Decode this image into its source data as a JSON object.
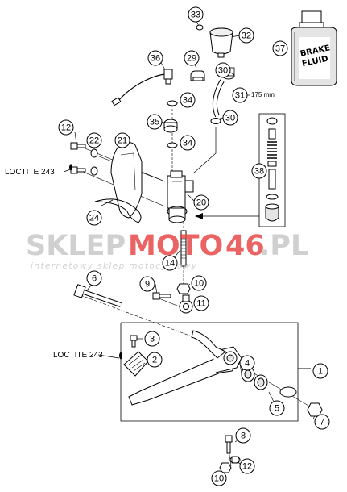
{
  "callouts": [
    {
      "label": "1"
    },
    {
      "label": "2"
    },
    {
      "label": "3"
    },
    {
      "label": "4"
    },
    {
      "label": "5"
    },
    {
      "label": "6"
    },
    {
      "label": "7"
    },
    {
      "label": "8"
    },
    {
      "label": "9"
    },
    {
      "label": "10"
    },
    {
      "label": "10"
    },
    {
      "label": "11"
    },
    {
      "label": "12"
    },
    {
      "label": "12"
    },
    {
      "label": "14"
    },
    {
      "label": "20"
    },
    {
      "label": "21"
    },
    {
      "label": "22"
    },
    {
      "label": "24"
    },
    {
      "label": "29"
    },
    {
      "label": "30"
    },
    {
      "label": "30"
    },
    {
      "label": "31"
    },
    {
      "label": "32"
    },
    {
      "label": "33"
    },
    {
      "label": "34"
    },
    {
      "label": "34"
    },
    {
      "label": "35"
    },
    {
      "label": "36"
    },
    {
      "label": "37"
    },
    {
      "label": "38"
    }
  ],
  "annotations": {
    "loctite_top": "LOCTITE 243",
    "loctite_bottom": "LOCTITE 243",
    "hose_length": "175 mm"
  },
  "bottle": {
    "line1": "BRAKE",
    "line2": "FLUID"
  },
  "watermark": {
    "part1": "SKLEP",
    "part2": "MOTO",
    "part3": "46",
    "part4": ".PL",
    "tagline": "internetowy sklep motocyklowy",
    "colors": {
      "gray": "#c8c8c8",
      "red": "#e84a4a"
    }
  }
}
